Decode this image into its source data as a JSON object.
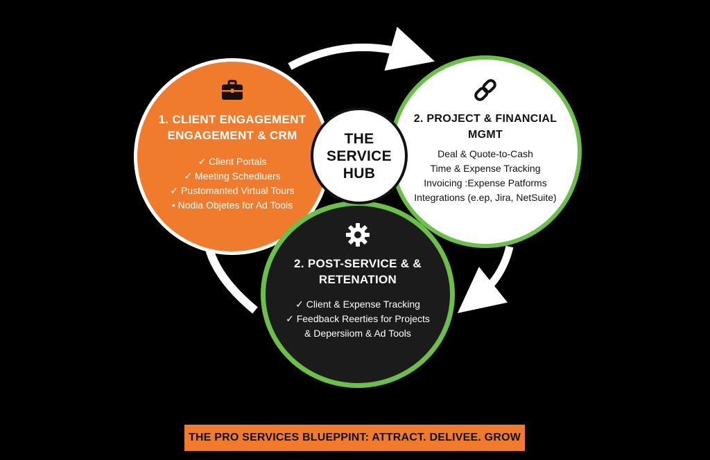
{
  "hub": {
    "title": "THE SERVICE HUB"
  },
  "stages": {
    "client": {
      "icon": "briefcase-icon",
      "title": "1. CLIENT ENGAGEMENT ENGAGEMENT & CRM",
      "items": [
        "✓ Client Portals",
        "✓ Meeting Schedluers",
        "✓ Pustomanted Virtual Tours",
        "• Nodia Objetes for Ad Tools"
      ]
    },
    "project": {
      "icon": "link-icon",
      "title": "2. PROJECT & FINANCIAL MGMT",
      "items": [
        "Deal & Quote-to-Cash",
        "Time & Expense Tracking",
        "Invoicing :Expense Patforms",
        "Integrations (e.ep, Jira, NetSuite)"
      ]
    },
    "post": {
      "icon": "gear-icon",
      "title": "2. POST-SERVICE & & RETENATION",
      "items": [
        "✓ Client & Expense Tracking",
        "✓ Feedback Reerties for Projects",
        "& Depersiiom & Ad Tools"
      ]
    }
  },
  "banner": {
    "text": "THE PRO SERVICES BLUEPPINT: ATTRACT. DELIVEE. GROW"
  },
  "colors": {
    "background": "#000000",
    "orange": "#f07b2c",
    "green": "#6cc04a",
    "dark": "#1b1b1b",
    "white": "#ffffff"
  }
}
